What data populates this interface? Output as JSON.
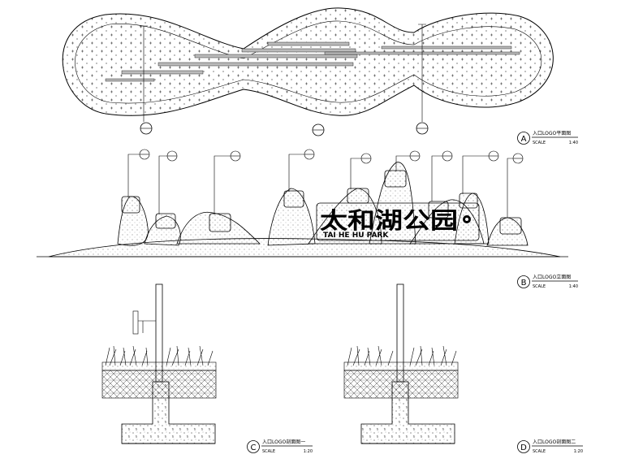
{
  "sign": {
    "chinese": "太和湖公园",
    "english": "TAI HE HU PARK"
  },
  "plan_markers": [
    "",
    "",
    ""
  ],
  "elevation_tags": [
    "",
    "",
    "",
    "",
    "",
    "",
    "",
    "",
    "",
    "",
    ""
  ],
  "views": [
    {
      "id": "A",
      "title": "入口LOGO平面图",
      "scale_label": "SCALE",
      "scale": "1:40"
    },
    {
      "id": "B",
      "title": "入口LOGO立面图",
      "scale_label": "SCALE",
      "scale": "1:40"
    },
    {
      "id": "C",
      "title": "入口LOGO剖面图一",
      "scale_label": "SCALE",
      "scale": "1:20"
    },
    {
      "id": "D",
      "title": "入口LOGO剖面图二",
      "scale_label": "SCALE",
      "scale": "1:20"
    }
  ]
}
